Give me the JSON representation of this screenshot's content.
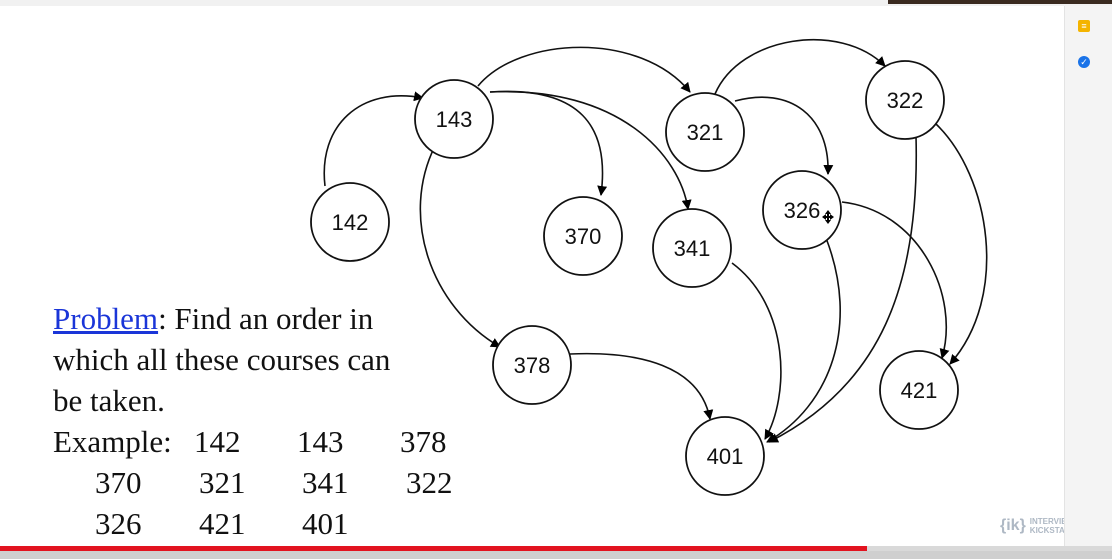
{
  "graph": {
    "nodes": [
      {
        "id": "n142",
        "label": "142"
      },
      {
        "id": "n143",
        "label": "143"
      },
      {
        "id": "n321",
        "label": "321"
      },
      {
        "id": "n322",
        "label": "322"
      },
      {
        "id": "n370",
        "label": "370"
      },
      {
        "id": "n341",
        "label": "341"
      },
      {
        "id": "n326",
        "label": "326"
      },
      {
        "id": "n378",
        "label": "378"
      },
      {
        "id": "n421",
        "label": "421"
      },
      {
        "id": "n401",
        "label": "401"
      }
    ],
    "edges": [
      [
        "142",
        "143"
      ],
      [
        "143",
        "321"
      ],
      [
        "143",
        "370"
      ],
      [
        "143",
        "341"
      ],
      [
        "143",
        "378"
      ],
      [
        "321",
        "322"
      ],
      [
        "321",
        "326"
      ],
      [
        "322",
        "401"
      ],
      [
        "322",
        "421"
      ],
      [
        "326",
        "401"
      ],
      [
        "326",
        "421"
      ],
      [
        "341",
        "401"
      ],
      [
        "378",
        "401"
      ]
    ]
  },
  "problem": {
    "link_text": "Problem",
    "line1_rest": ": Find an order in",
    "line2": "which all these courses can",
    "line3": "be taken.",
    "example_label": "Example:",
    "example_rows": [
      [
        "142",
        "143",
        "378"
      ],
      [
        "370",
        "321",
        "341",
        "322"
      ],
      [
        "326",
        "421",
        "401"
      ]
    ]
  },
  "player": {
    "progress": 0.78
  },
  "logo": {
    "mark": "{ik}",
    "line1": "INTERVIEW",
    "line2": "KICKSTART"
  },
  "colors": {
    "progress": "#e2131f",
    "link": "#1a35d8",
    "logo": "#aeb8c4"
  }
}
